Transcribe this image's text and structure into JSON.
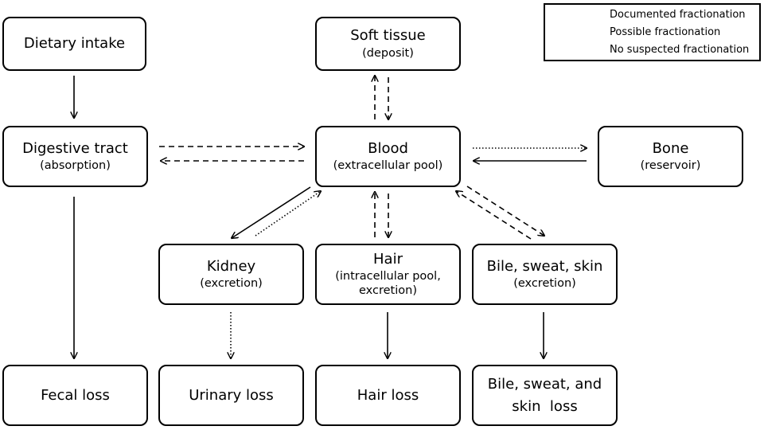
{
  "nodes": {
    "dietary_intake": {
      "title": "Dietary intake",
      "sub": ""
    },
    "soft_tissue": {
      "title": "Soft tissue",
      "sub": "(deposit)"
    },
    "digestive_tract": {
      "title": "Digestive tract",
      "sub": "(absorption)"
    },
    "blood": {
      "title": "Blood",
      "sub": "(extracellular pool)"
    },
    "bone": {
      "title": "Bone",
      "sub": "(reservoir)"
    },
    "kidney": {
      "title": "Kidney",
      "sub": "(excretion)"
    },
    "hair": {
      "title": "Hair",
      "sub": "(intracellular pool, excretion)"
    },
    "bile_sweat_skin": {
      "title": "Bile, sweat, skin",
      "sub": "(excretion)"
    },
    "fecal_loss": {
      "title": "Fecal loss",
      "sub": ""
    },
    "urinary_loss": {
      "title": "Urinary loss",
      "sub": ""
    },
    "hair_loss": {
      "title": "Hair loss",
      "sub": ""
    },
    "bile_sweat_skin_loss": {
      "title": "Bile, sweat, and skin  loss",
      "sub": ""
    }
  },
  "legend": {
    "documented": "Documented  fractionation",
    "possible": "Possible fractionation",
    "none": "No suspected fractionation"
  }
}
